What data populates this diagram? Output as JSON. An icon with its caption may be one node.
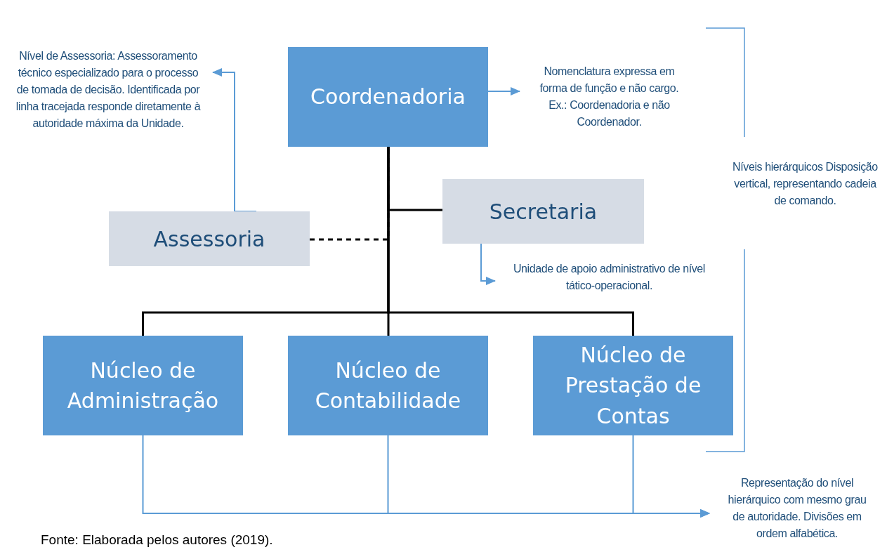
{
  "diagram": {
    "caption": "Fonte: Elaborada pelos autores (2019).",
    "nodes": [
      {
        "text": [
          "Coordenadoria"
        ]
      },
      {
        "text": [
          "Secretaria"
        ]
      },
      {
        "text": [
          "Assessoria"
        ]
      },
      {
        "text": [
          "Núcleo de Administração"
        ]
      },
      {
        "text": [
          "Núcleo de Contabilidade"
        ]
      },
      {
        "text": [
          "Núcleo de Prestação de Contas"
        ]
      },
      {
        "text": [
          "Nível de Assessoria: Assessoramento técnico especializado para o processo de tomada de decisão. Identificada por linha tracejada responde diretamente à autoridade máxima da Unidade."
        ]
      },
      {
        "text": [
          "Nomenclatura expressa em forma de função e não cargo. Ex.: Coordenadoria e não Coordenador."
        ]
      },
      {
        "text": [
          "Unidade de apoio administrativo de nível tático-operacional."
        ]
      },
      {
        "text": [
          "Níveis hierárquicos Disposição vertical, representando cadeia de comando."
        ]
      },
      {
        "text": [
          "Representação do nível hierárquico com mesmo grau de autoridade. Divisões em ordem alfabética."
        ]
      }
    ],
    "edges": [
      {
        "from": 0,
        "to": 1,
        "arrow": "none",
        "color": "#000000"
      },
      {
        "from": 0,
        "to": 3,
        "arrow": "none",
        "color": "#000000"
      },
      {
        "from": 0,
        "to": 4,
        "arrow": "none",
        "color": "#000000"
      },
      {
        "from": 0,
        "to": 5,
        "arrow": "none",
        "color": "#000000"
      },
      {
        "from": 2,
        "to": 0,
        "arrow": "none",
        "style": "dashed",
        "color": "#000000"
      },
      {
        "from": 2,
        "to": 6,
        "arrow": "to",
        "color": "#5b9bd5"
      },
      {
        "from": 0,
        "to": 7,
        "arrow": "to",
        "color": "#5b9bd5"
      },
      {
        "from": 1,
        "to": 8,
        "arrow": "to",
        "color": "#5b9bd5"
      },
      {
        "from": 3,
        "to": 10,
        "arrow": "to",
        "color": "#5b9bd5"
      },
      {
        "from": 4,
        "to": 10,
        "arrow": "to",
        "color": "#5b9bd5"
      },
      {
        "from": 5,
        "to": 10,
        "arrow": "to",
        "color": "#5b9bd5"
      }
    ]
  }
}
